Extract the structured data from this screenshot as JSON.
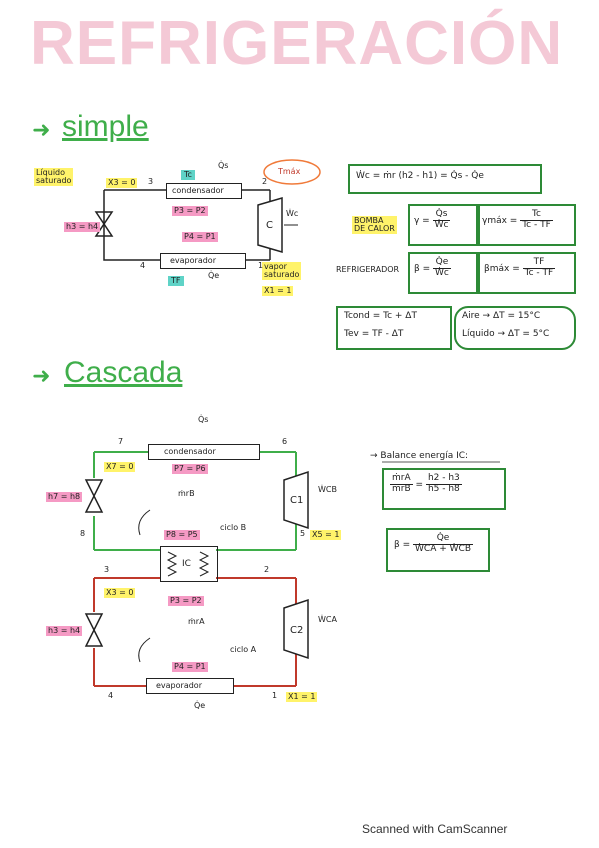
{
  "title": "REFRIGERACIÓN",
  "simple": {
    "heading": "simple",
    "tc": "Tc",
    "tf": "TF",
    "qs": "Q̇s",
    "qe": "Q̇e",
    "condenser": "condensador",
    "evaporator": "evaporador",
    "compressor": "C",
    "wc": "Ẇc",
    "p3p2": "P3 = P2",
    "p4p1": "P4 = P1",
    "x3": "X3 = 0",
    "x1": "X1 = 1",
    "h3h4": "h3 = h4",
    "liquid": "Líquido\nsaturado",
    "vapor": "vapor\nsaturado",
    "tmax": "Tmáx",
    "n1": "1",
    "n2": "2",
    "n3": "3",
    "n4": "4"
  },
  "equations": {
    "wc": "Ẇc = ṁr (h2 - h1) = Q̇s - Q̇e",
    "bomba": "BOMBA\nDE CALOR",
    "gamma_lhs": "γ =",
    "gamma_num": "Q̇s",
    "gamma_den": "Ẇc",
    "gmax_lhs": "γmáx =",
    "gmax_num": "Tc",
    "gmax_den": "Tc - TF",
    "refrigerador": "REFRIGERADOR",
    "beta_lhs": "β =",
    "beta_num": "Q̇e",
    "beta_den": "Ẇc",
    "bmax_lhs": "βmáx =",
    "bmax_num": "TF",
    "bmax_den": "Tc - TF",
    "tcond": "Tcond = Tc + ΔT",
    "tev": "Tev = TF - ΔT",
    "aire": "Aire → ΔT = 15°C",
    "liquido": "Líquido → ΔT = 5°C"
  },
  "cascada": {
    "heading": "Cascada",
    "qs": "Q̇s",
    "qe": "Q̇e",
    "condenser": "condensador",
    "evaporator": "evaporador",
    "ic": "IC",
    "c1": "C1",
    "c2": "C2",
    "wcb": "ẆCB",
    "wca": "ẆCA",
    "mrb": "ṁrB",
    "mra": "ṁrA",
    "cicloB": "ciclo B",
    "cicloA": "ciclo A",
    "x7": "X7 = 0",
    "x5": "X5 = 1",
    "x3": "X3 = 0",
    "x1": "X1 = 1",
    "h7h8": "h7 = h8",
    "h3h4": "h3 = h4",
    "p7p6": "P7 = P6",
    "p8p5": "P8 = P5",
    "p3p2": "P3 = P2",
    "p4p1": "P4 = P1",
    "n1": "1",
    "n2": "2",
    "n3": "3",
    "n4": "4",
    "n5": "5",
    "n6": "6",
    "n7": "7",
    "n8": "8",
    "balance": "→ Balance energía IC:",
    "ratio_num": "ṁrA",
    "ratio_den": "ṁrB",
    "ratio_rnum": "h2 - h3",
    "ratio_rden": "h5 - h8",
    "beta_lhs": "β =",
    "beta_num": "Q̇e",
    "beta_den": "ẆCA + ẆCB"
  },
  "footer": "Scanned with CamScanner",
  "colors": {
    "green": "#2d8a36",
    "pink": "#f59ac4",
    "yellow": "#fff36a",
    "cyan": "#5fd3c7",
    "title": "#f4c9d6"
  }
}
